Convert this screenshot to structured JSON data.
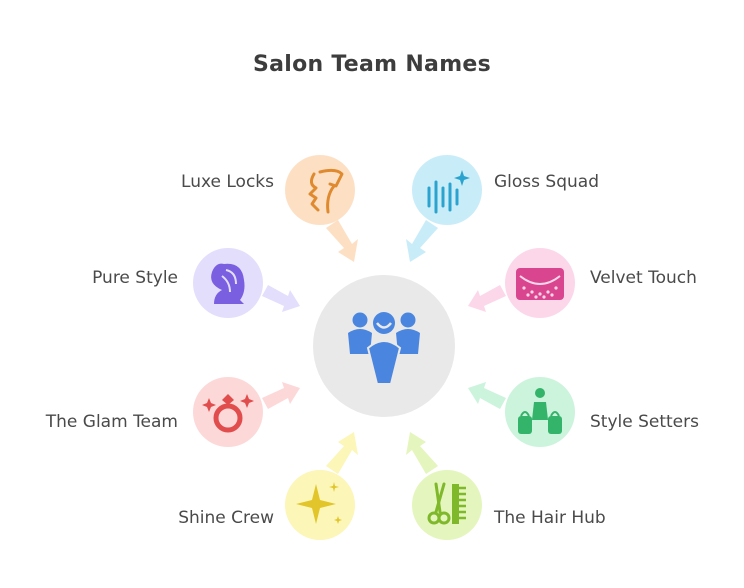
{
  "title": "Salon Team Names",
  "center": {
    "icon": "team-group-icon",
    "color": "#e9e9e9",
    "icon_color": "#4a86e0"
  },
  "names": [
    {
      "id": "luxe-locks",
      "label": "Luxe Locks",
      "icon": "face-profile-icon",
      "color": "#fde0c4",
      "icon_color": "#e08a30"
    },
    {
      "id": "gloss-squad",
      "label": "Gloss Squad",
      "icon": "sound-sparkle-icon",
      "color": "#c9ecf9",
      "icon_color": "#2aa4cf"
    },
    {
      "id": "pure-style",
      "label": "Pure Style",
      "icon": "head-hair-icon",
      "color": "#e3defc",
      "icon_color": "#7a5fe0"
    },
    {
      "id": "velvet-touch",
      "label": "Velvet Touch",
      "icon": "fabric-swatch-icon",
      "color": "#fcd7ea",
      "icon_color": "#d9458f"
    },
    {
      "id": "the-glam-team",
      "label": "The Glam Team",
      "icon": "ring-sparkle-icon",
      "color": "#fdd8d8",
      "icon_color": "#e14d4d"
    },
    {
      "id": "style-setters",
      "label": "Style Setters",
      "icon": "shopper-bags-icon",
      "color": "#ccf3dc",
      "icon_color": "#34b36a"
    },
    {
      "id": "shine-crew",
      "label": "Shine Crew",
      "icon": "sparkle-icon",
      "color": "#fcf6b8",
      "icon_color": "#e2c52a"
    },
    {
      "id": "the-hair-hub",
      "label": "The Hair Hub",
      "icon": "scissors-comb-icon",
      "color": "#e4f6bd",
      "icon_color": "#7fb82a"
    }
  ]
}
